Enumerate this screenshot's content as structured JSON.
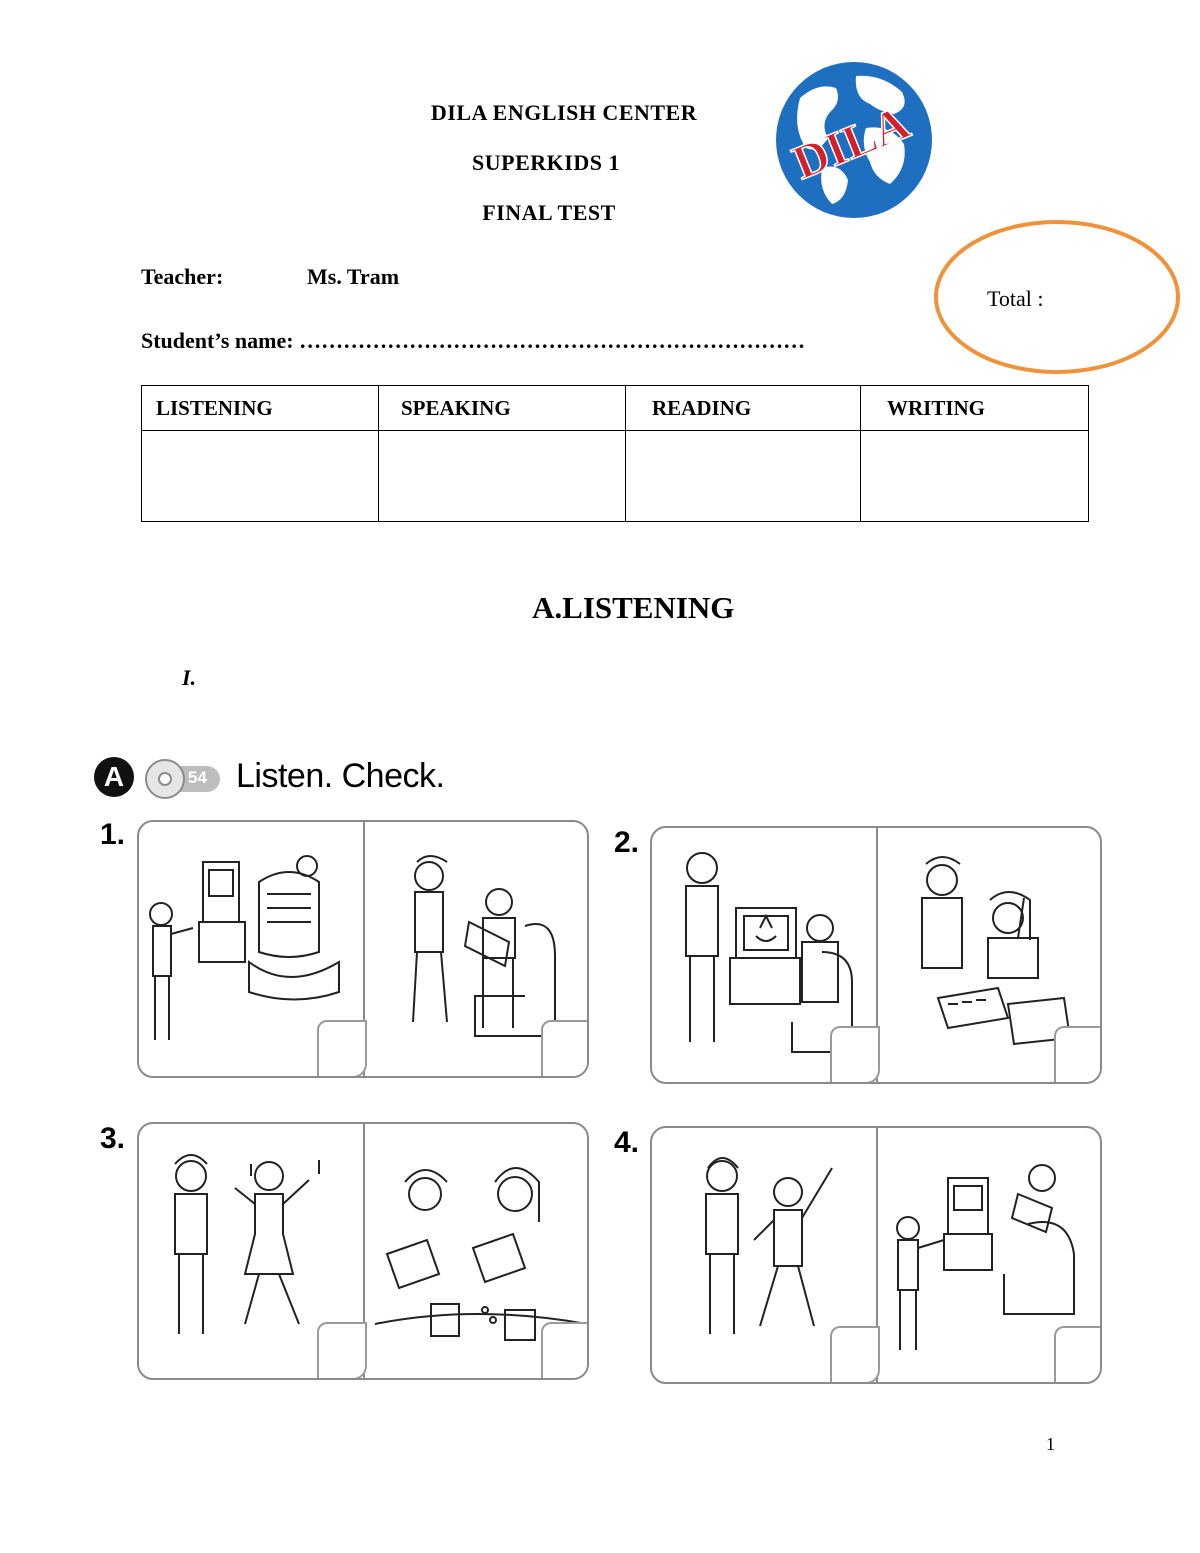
{
  "header": {
    "center": "DILA ENGLISH CENTER",
    "course": "SUPERKIDS 1",
    "test": "FINAL TEST",
    "logo_text": "DILA"
  },
  "info": {
    "teacher_label": "Teacher:",
    "teacher_name": "Ms. Tram",
    "student_label": "Student’s name: ……………………………………………………………"
  },
  "total_label": "Total :",
  "score_table": {
    "headers": [
      "LISTENING",
      "SPEAKING",
      "READING",
      "WRITING"
    ]
  },
  "section": {
    "title": "A.LISTENING",
    "part": "I."
  },
  "exercise": {
    "letter": "A",
    "track": "54",
    "instruction": "Listen. Check.",
    "items": [
      "1.",
      "2.",
      "3.",
      "4."
    ]
  },
  "page_number": "1",
  "colors": {
    "total_circle": "#f0923a",
    "logo_globe": "#1f6fc0",
    "logo_text": "#d4202a",
    "panel_border": "#8a8a8a"
  }
}
